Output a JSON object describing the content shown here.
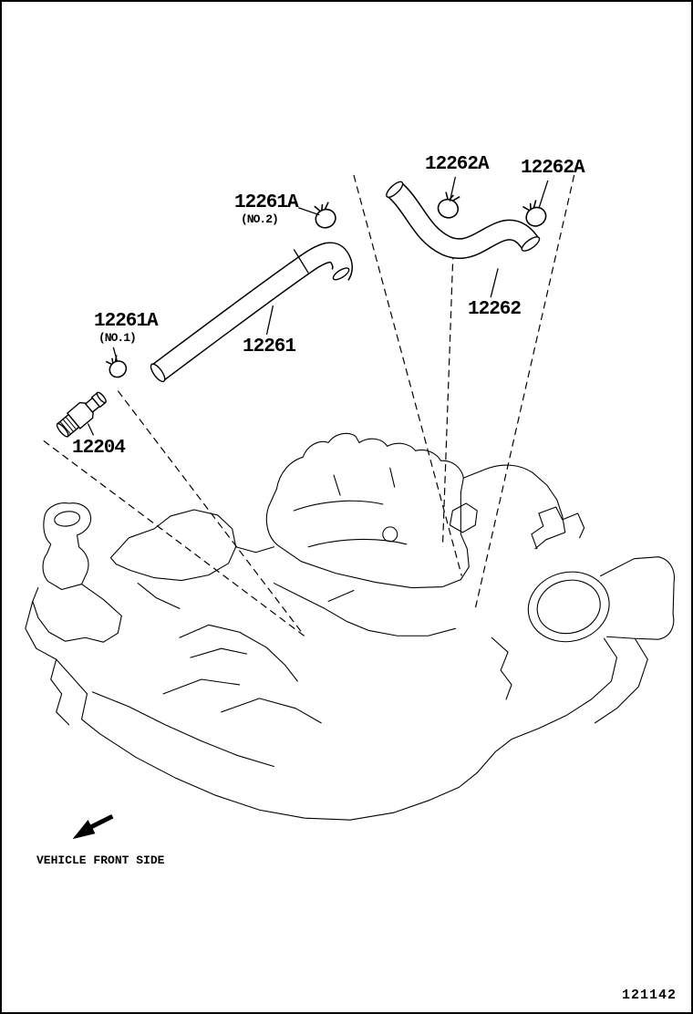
{
  "diagram": {
    "figure_number": "121142",
    "vehicle_front_label": "VEHICLE FRONT SIDE",
    "parts": {
      "hose_12261": "12261",
      "hose_12262": "12262",
      "valve_12204": "12204",
      "clamp_left_12262a": "12262A",
      "clamp_right_12262a": "12262A",
      "clamp_12261a_no2": "12261A",
      "clamp_12261a_no2_note": "(NO.2)",
      "clamp_12261a_no1": "12261A",
      "clamp_12261a_no1_note": "(NO.1)"
    }
  }
}
